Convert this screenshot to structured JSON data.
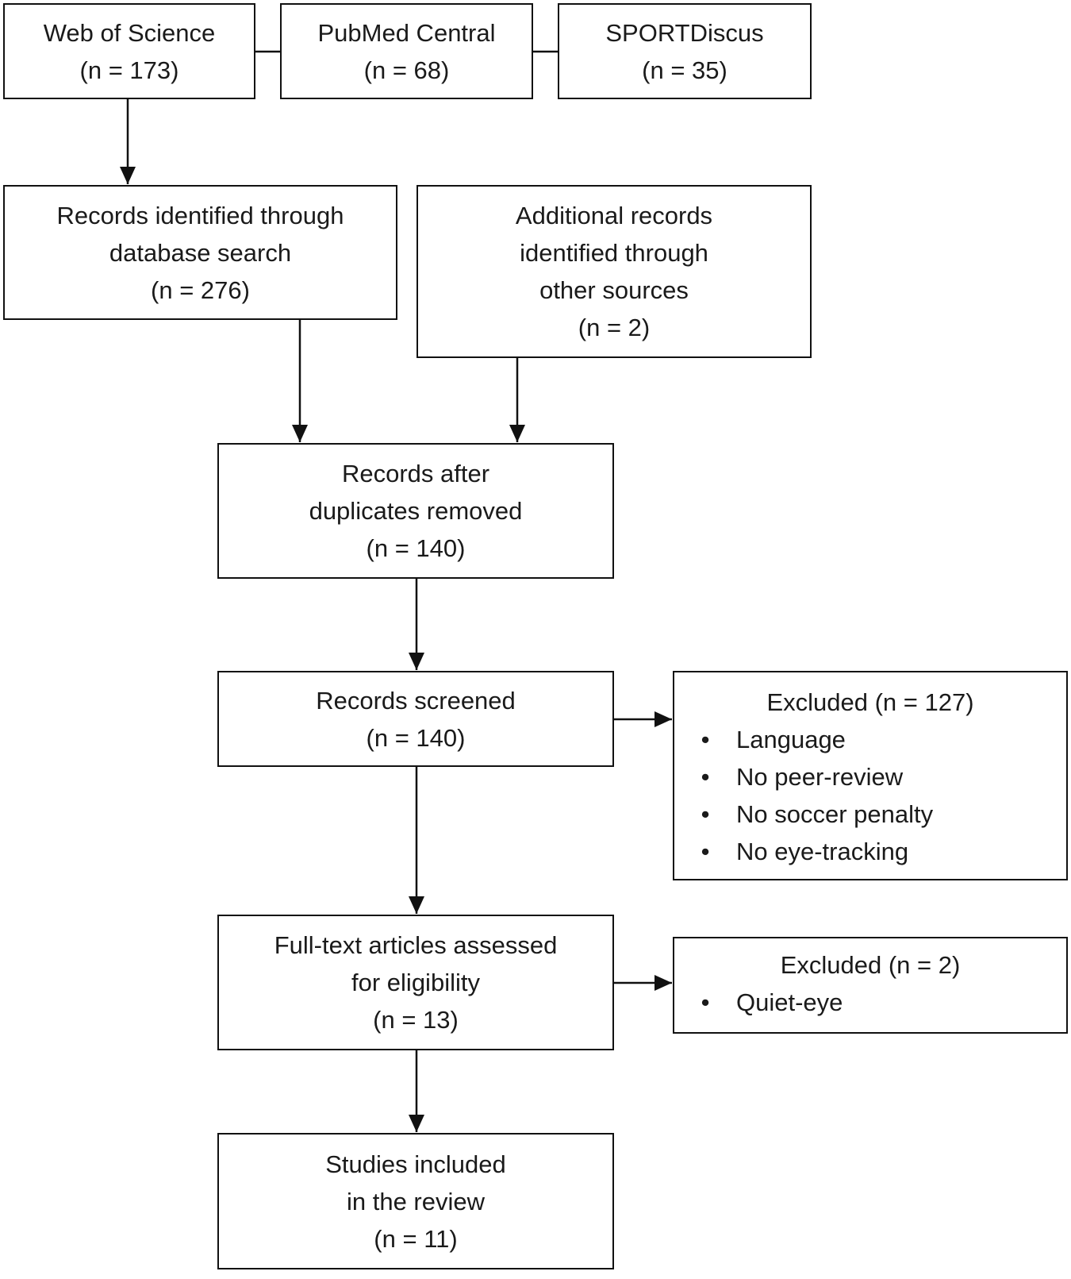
{
  "sources": [
    {
      "name": "Web of Science",
      "n": "(n = 173)"
    },
    {
      "name": "PubMed Central",
      "n": "(n = 68)"
    },
    {
      "name": "SPORTDiscus",
      "n": "(n = 35)"
    }
  ],
  "database": {
    "lines": [
      "Records identified through",
      "database search",
      "(n = 276)"
    ]
  },
  "additional": {
    "lines": [
      "Additional records",
      "identified through",
      "other sources",
      "(n = 2)"
    ]
  },
  "dedup": {
    "lines": [
      "Records after",
      "duplicates removed",
      "(n = 140)"
    ]
  },
  "screened": {
    "lines": [
      "Records screened",
      "(n = 140)"
    ]
  },
  "excluded1": {
    "title": "Excluded (n = 127)",
    "items": [
      "Language",
      "No peer-review",
      "No soccer penalty",
      "No eye-tracking"
    ]
  },
  "fulltext": {
    "lines": [
      "Full-text articles assessed",
      "for eligibility",
      "(n = 13)"
    ]
  },
  "excluded2": {
    "title": "Excluded (n = 2)",
    "items": [
      "Quiet-eye"
    ]
  },
  "included": {
    "lines": [
      "Studies included",
      "in the review",
      "(n = 11)"
    ]
  },
  "bullet": "•"
}
